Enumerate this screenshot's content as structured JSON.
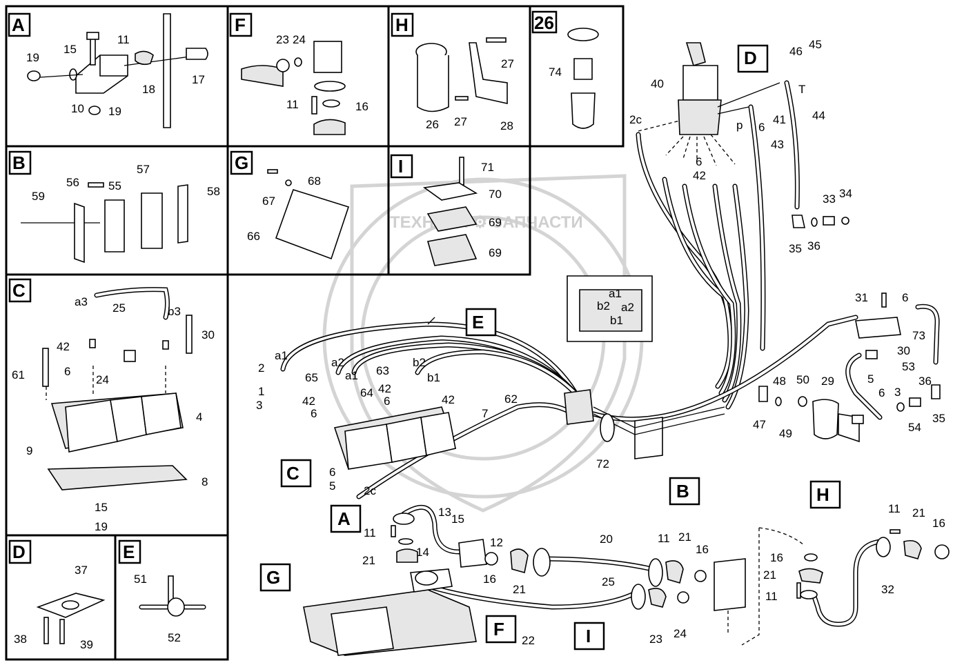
{
  "watermark": {
    "text": "ТЕХНИКА ⚙ ЗАПЧАСТИ"
  },
  "panels": {
    "A": {
      "letter": "A",
      "labels": [
        "11",
        "15",
        "19",
        "17",
        "18",
        "10",
        "19"
      ]
    },
    "F": {
      "letter": "F",
      "labels": [
        "23",
        "24",
        "11",
        "16"
      ]
    },
    "H": {
      "letter": "H",
      "labels": [
        "27",
        "26",
        "27",
        "28"
      ]
    },
    "p26": {
      "letter": "26",
      "labels": [
        "74"
      ]
    },
    "B": {
      "letter": "B",
      "labels": [
        "59",
        "56",
        "55",
        "57",
        "58"
      ]
    },
    "G": {
      "letter": "G",
      "labels": [
        "68",
        "67",
        "66"
      ]
    },
    "I": {
      "letter": "I",
      "labels": [
        "71",
        "70",
        "69",
        "69"
      ]
    },
    "C": {
      "letter": "C",
      "labels": [
        "a3",
        "25",
        "b3",
        "30",
        "42",
        "61",
        "6",
        "24",
        "4",
        "9",
        "8",
        "15",
        "19"
      ]
    },
    "D": {
      "letter": "D",
      "labels": [
        "37",
        "38",
        "39"
      ]
    },
    "E": {
      "letter": "E",
      "labels": [
        "51",
        "52"
      ]
    }
  },
  "callouts": [
    "D",
    "E",
    "C",
    "B",
    "H",
    "A",
    "G",
    "F",
    "I"
  ],
  "main_labels": {
    "joystick": [
      "40",
      "2c",
      "p",
      "6",
      "41",
      "46",
      "45",
      "T",
      "44",
      "43",
      "6",
      "42"
    ],
    "return": [
      "33",
      "34",
      "35",
      "36"
    ],
    "port_plate": [
      "a1",
      "b2",
      "a2",
      "b1"
    ],
    "valve_lines": [
      "a1",
      "2",
      "1",
      "3",
      "65",
      "a2",
      "a1",
      "63",
      "b2",
      "b1",
      "42",
      "64",
      "42",
      "6",
      "42",
      "6",
      "62",
      "7",
      "6",
      "5",
      "2c"
    ],
    "filter_right": [
      "31",
      "6",
      "73",
      "30",
      "53",
      "29",
      "5",
      "6",
      "36",
      "3",
      "35",
      "54",
      "48",
      "50",
      "47",
      "49"
    ],
    "clamp": [
      "72"
    ],
    "lower": [
      "13",
      "15",
      "11",
      "12",
      "14",
      "21",
      "16",
      "21",
      "20",
      "11",
      "21",
      "16",
      "25",
      "23",
      "24",
      "22"
    ],
    "lower_right": [
      "11",
      "21",
      "16",
      "16",
      "21",
      "11",
      "32"
    ]
  }
}
